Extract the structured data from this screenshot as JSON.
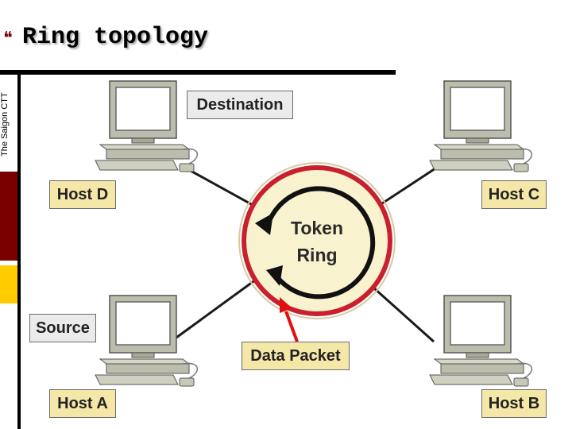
{
  "slide": {
    "title": "Ring topology",
    "sidebar_text": "The Saigon CTT",
    "bullet_glyph": "❝"
  },
  "diagram": {
    "ring_label_line1": "Token",
    "ring_label_line2": "Ring",
    "labels": {
      "destination": "Destination",
      "source": "Source",
      "data_packet": "Data Packet",
      "host_a": "Host A",
      "host_b": "Host B",
      "host_c": "Host C",
      "host_d": "Host D"
    },
    "icons": [
      "computer-icon",
      "data-packet-arrow-icon",
      "token-circulation-arrow-icon"
    ],
    "colors": {
      "ring_border": "#c8202e",
      "ring_fill": "#f9f2cf",
      "label_tan": "#f4e7a8",
      "label_grey": "#ebebeb",
      "packet_arrow": "#e01010",
      "sidebar_red": "#7a0000",
      "sidebar_yellow": "#ffcc00"
    }
  }
}
